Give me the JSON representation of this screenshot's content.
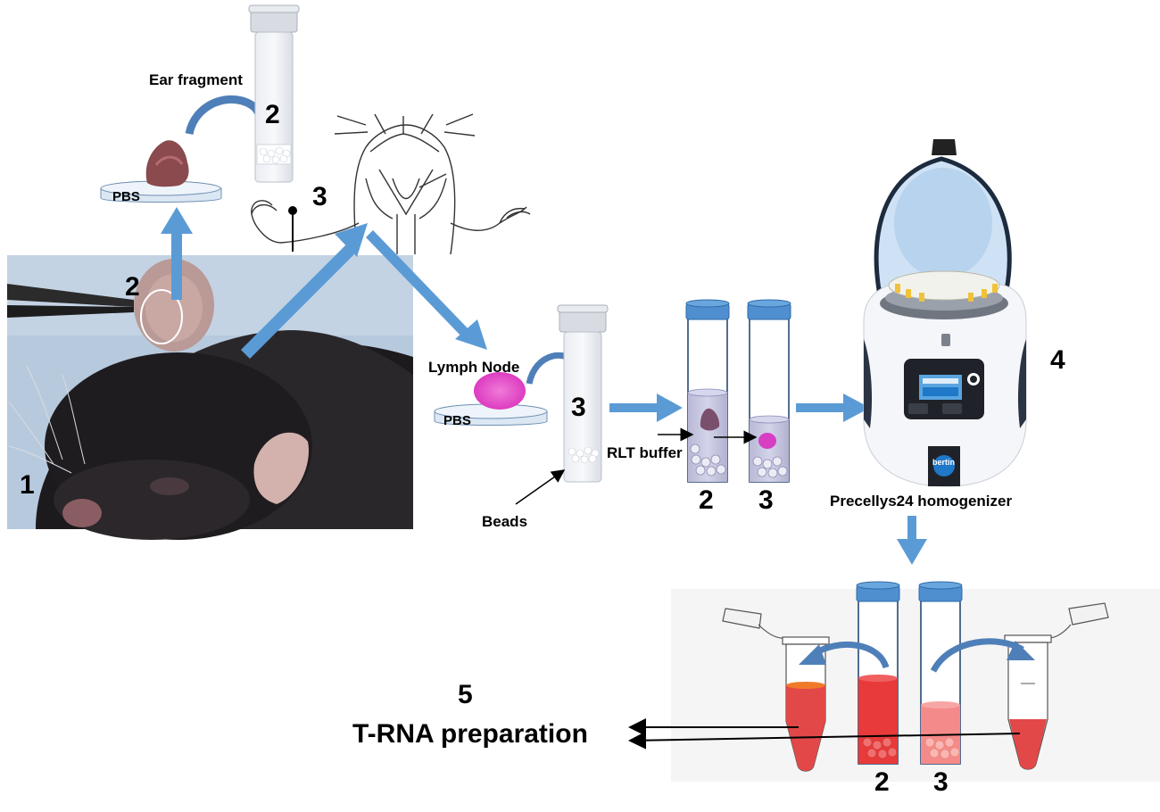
{
  "labels": {
    "ear_fragment": "Ear fragment",
    "pbs_top": "PBS",
    "pbs_mid": "PBS",
    "lymph_node": "Lymph Node",
    "rlt_buffer": "RLT buffer",
    "beads": "Beads",
    "homogenizer": "Precellys24 homogenizer",
    "trna": "T-RNA preparation",
    "homogenizer_brand": "bertin"
  },
  "steps": {
    "s1": "1",
    "s2_photo": "2",
    "s2_top": "2",
    "s3_mouse": "3",
    "s3_mid": "3",
    "tube2": "2",
    "tube3": "3",
    "s4": "4",
    "s5": "5",
    "bottom2": "2",
    "bottom3": "3"
  },
  "colors": {
    "arrow_blue": "#5b9bd5",
    "lymph_pink": "#e83fc8",
    "tissue_brown": "#8a4a4e",
    "cap_blue": "#4f8fd0",
    "lysate_red": "#e83a3a",
    "lysate_light": "#f58a8a",
    "photo_bg": "#b9cce0"
  }
}
